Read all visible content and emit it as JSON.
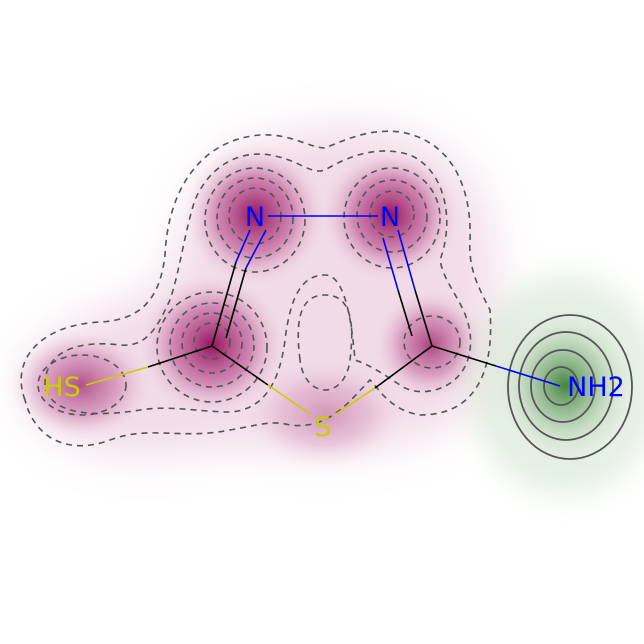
{
  "molecule": {
    "atoms": [
      {
        "id": "N1",
        "label": "N",
        "color": "#0000ff"
      },
      {
        "id": "N2",
        "label": "N",
        "color": "#0000ff"
      },
      {
        "id": "S",
        "label": "S",
        "color": "#cccc00"
      },
      {
        "id": "SH",
        "label": "HS",
        "color": "#cccc00"
      },
      {
        "id": "NH2",
        "label": "NH2",
        "color": "#0000ff"
      }
    ],
    "bond_color": "#000000"
  },
  "map": {
    "negative_color": "#9b0f5e",
    "positive_color": "#3d8a3a",
    "contour_color": "#555555"
  }
}
